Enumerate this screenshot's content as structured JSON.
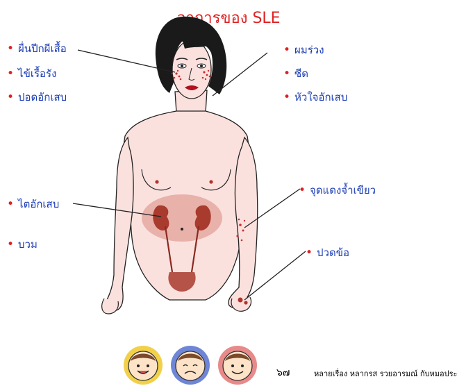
{
  "title": "อาการของ SLE",
  "labels_left": [
    "ผื่นปีกผีเสื้อ",
    "ไข้เรื้อรัง",
    "ปอดอักเสบ",
    "ไตอักเสบ",
    "บวม"
  ],
  "labels_right": [
    "ผมร่วง",
    "ซีด",
    "หัวใจอักเสบ",
    "จุดแดงจ้ำเขียว",
    "ปวดข้อ"
  ],
  "page_number": "๖๗",
  "credit": "หลายเรื่อง หลากรส รวยอารมณ์ กับหมอประเสริฐ",
  "faces": [
    {
      "name": "happy-face",
      "ring": "#f2d04a"
    },
    {
      "name": "sad-face",
      "ring": "#6f86d6"
    },
    {
      "name": "smile-face",
      "ring": "#e88a8a"
    }
  ]
}
